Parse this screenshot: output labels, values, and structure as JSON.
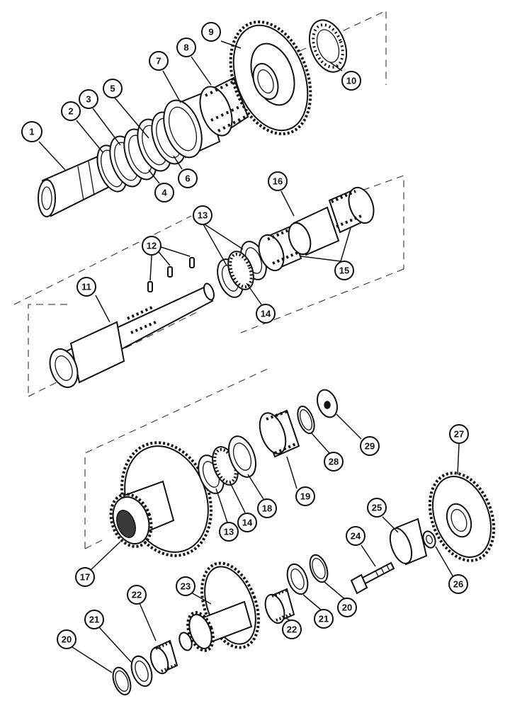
{
  "callouts": [
    {
      "id": "c1",
      "label": "1"
    },
    {
      "id": "c2",
      "label": "2"
    },
    {
      "id": "c3",
      "label": "3"
    },
    {
      "id": "c4",
      "label": "4"
    },
    {
      "id": "c5",
      "label": "5"
    },
    {
      "id": "c6",
      "label": "6"
    },
    {
      "id": "c7",
      "label": "7"
    },
    {
      "id": "c8",
      "label": "8"
    },
    {
      "id": "c9",
      "label": "9"
    },
    {
      "id": "c10",
      "label": "10"
    },
    {
      "id": "c11",
      "label": "11"
    },
    {
      "id": "c12",
      "label": "12"
    },
    {
      "id": "c13a",
      "label": "13"
    },
    {
      "id": "c14a",
      "label": "14"
    },
    {
      "id": "c15",
      "label": "15"
    },
    {
      "id": "c16",
      "label": "16"
    },
    {
      "id": "c17",
      "label": "17"
    },
    {
      "id": "c13b",
      "label": "13"
    },
    {
      "id": "c14b",
      "label": "14"
    },
    {
      "id": "c18",
      "label": "18"
    },
    {
      "id": "c19",
      "label": "19"
    },
    {
      "id": "c28",
      "label": "28"
    },
    {
      "id": "c29",
      "label": "29"
    },
    {
      "id": "c27",
      "label": "27"
    },
    {
      "id": "c25",
      "label": "25"
    },
    {
      "id": "c26",
      "label": "26"
    },
    {
      "id": "c24",
      "label": "24"
    },
    {
      "id": "c23",
      "label": "23"
    },
    {
      "id": "c22a",
      "label": "22"
    },
    {
      "id": "c21a",
      "label": "21"
    },
    {
      "id": "c20a",
      "label": "20"
    },
    {
      "id": "c22b",
      "label": "22"
    },
    {
      "id": "c21b",
      "label": "21"
    },
    {
      "id": "c20b",
      "label": "20"
    }
  ]
}
